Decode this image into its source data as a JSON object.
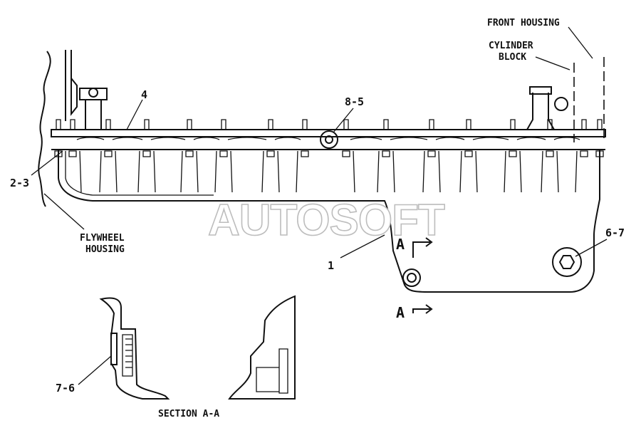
{
  "labels": {
    "front_housing": "FRONT HOUSING",
    "cylinder_block_1": "CYLINDER",
    "cylinder_block_2": "BLOCK",
    "flywheel_housing_1": "FLYWHEEL",
    "flywheel_housing_2": "HOUSING",
    "section_title": "SECTION A-A",
    "section_marker": "A"
  },
  "callouts": {
    "part_1": "1",
    "part_4": "4",
    "part_2_3": "2-3",
    "part_8_5": "8-5",
    "part_6_7": "6-7",
    "part_7_6": "7-6"
  },
  "watermark": "AUTOSOFT"
}
